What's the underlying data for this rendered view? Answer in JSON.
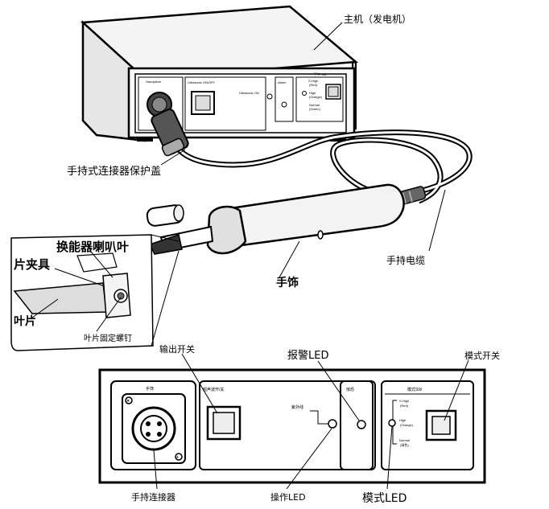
{
  "labels": {
    "main_unit": "主机（发电机）",
    "connector_cap": "手持式连接器保护盖",
    "transducer_horn": "换能器喇叭叶",
    "blade_clamp": "片夹具",
    "blade": "叶片",
    "blade_screw": "叶片固定螺钉",
    "handpiece": "手饰",
    "cable": "手持电缆",
    "output_switch": "输出开关",
    "alarm_led": "报警LED",
    "mode_switch": "模式开关",
    "handpiece_connector": "手持连接器",
    "operation_led": "操作LED",
    "mode_led": "模式LED"
  },
  "top_panel": {
    "handpiece": "Handpiece",
    "ultrasonic_onoff": "Ultrasonic ON/OFF",
    "ultrasonic_on": "Ultrasonic ON",
    "alarm": "Alarm",
    "mode_sw": "下午 SW",
    "s_high": "S-High",
    "s_high_color": "(Red)",
    "high": "High",
    "high_color": "(Orange)",
    "normal": "Normal",
    "normal_color": "(Green)"
  },
  "bottom_panel": {
    "handpiece": "手饰",
    "ultrasonic_onoff": "超声波开/关",
    "uv": "紫外线",
    "alarm": "惊恐",
    "mode_sw": "模式SW",
    "s_high": "S-High",
    "s_high_color": "(Red)",
    "high": "High",
    "high_color": "(Orange)",
    "normal": "Normal",
    "normal_color": "(绿色)"
  }
}
